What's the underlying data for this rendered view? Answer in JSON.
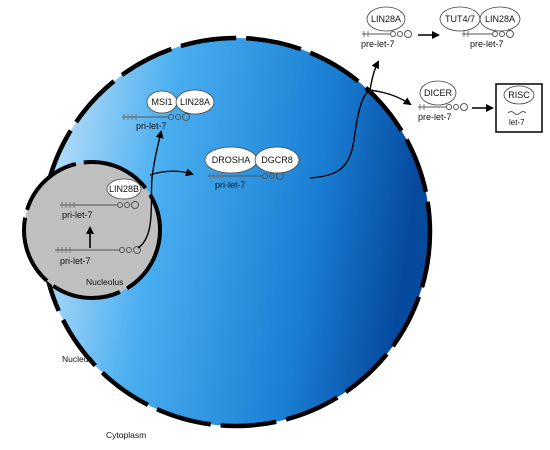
{
  "diagram": {
    "regions": {
      "nucleolus": "Nucleolus",
      "nucleus": "Nucleus",
      "cytoplasm": "Cytoplasm"
    },
    "proteins": {
      "lin28b": "LIN28B",
      "msi1": "MSI1",
      "lin28a_nuclear": "LIN28A",
      "drosha": "DROSHA",
      "dgcr8": "DGCR8",
      "lin28a_cyto": "LIN28A",
      "tut47": "TUT4/7",
      "lin28a_tut": "LIN28A",
      "dicer": "DICER",
      "risc": "RISC"
    },
    "rna_labels": {
      "nucleolus_upper": "pri-let-7",
      "nucleolus_lower": "pri-let-7",
      "nuclear_msi": "pri-let-7",
      "nuclear_drosha": "pri-let-7",
      "cyto_lin28a": "pre-let-7",
      "cyto_tut": "pre-let-7",
      "cyto_dicer": "pre-let-7",
      "mature": "let-7"
    },
    "colors": {
      "nucleus_light": "#c6e2f8",
      "nucleus_mid": "#3aa0e6",
      "nucleus_dark": "#0a55ac",
      "nucleolus_fill": "#bfbfbf",
      "outline": "#000000"
    }
  }
}
